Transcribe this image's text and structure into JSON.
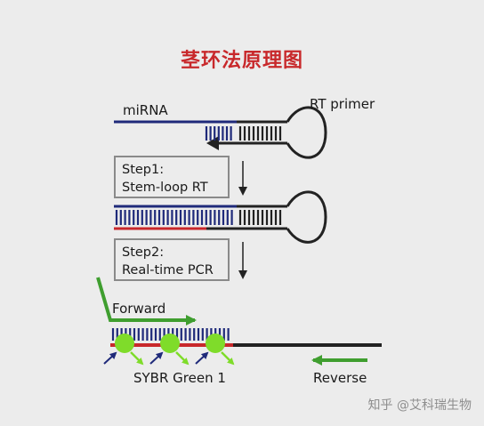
{
  "title": "茎环法原理图",
  "labels": {
    "mirna": "miRNA",
    "rt_primer": "RT primer",
    "forward": "Forward",
    "reverse": "Reverse",
    "sybr": "SYBR Green 1"
  },
  "steps": [
    {
      "line1": "Step1:",
      "line2": "Stem-loop RT"
    },
    {
      "line1": "Step2:",
      "line2": "Real-time PCR"
    }
  ],
  "watermark": "知乎 @艾科瑞生物",
  "colors": {
    "title": "#c8282b",
    "mirna_strand": "#1f2a7a",
    "primer_strand": "#222222",
    "cdna_strand": "#c8282b",
    "primer_green": "#3f9e2f",
    "sybr_dye": "#7fdc2a",
    "box_border": "#8a8a8a"
  }
}
